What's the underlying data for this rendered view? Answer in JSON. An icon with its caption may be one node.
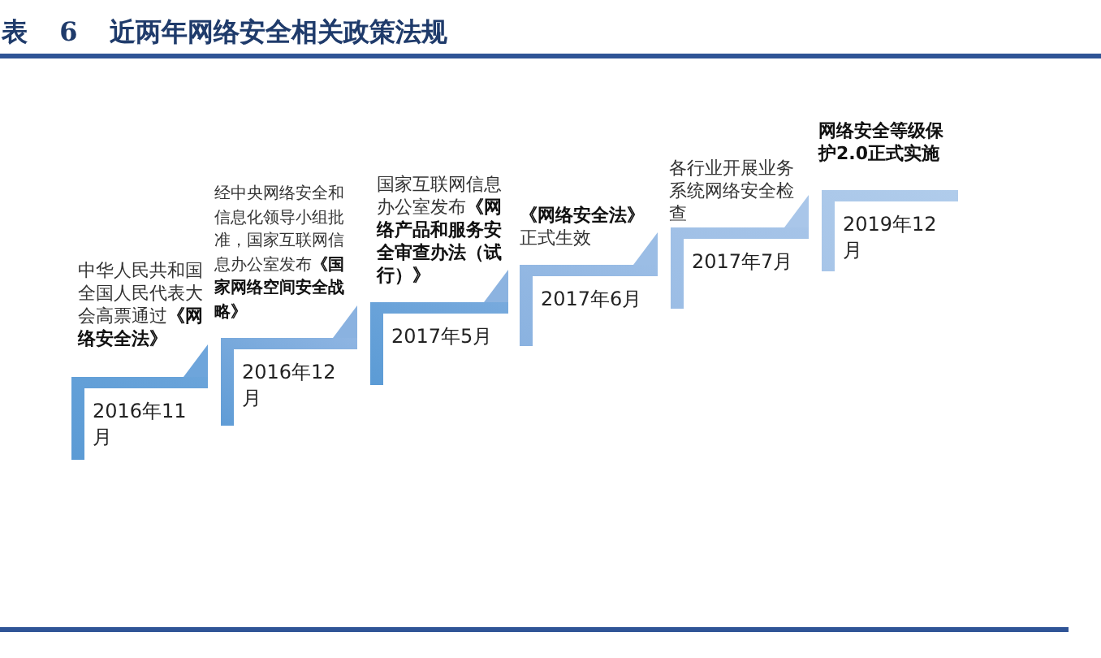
{
  "diagram": {
    "title": "表 6 近两年网络安全相关政策法规",
    "nodes": [
      {
        "text": [
          "中华人民共和国全国人民代表大会高票通过**《网络安全法》**",
          "2016年11月"
        ]
      },
      {
        "text": [
          "经中央网络安全和信息化领导小组批准，国家互联网信息办公室发布**《国家网络空间安全战略》**",
          "2016年12月"
        ]
      },
      {
        "text": [
          "国家互联网信息办公室发布**《网络产品和服务安全审查办法（试行）》**",
          "2017年5月"
        ]
      },
      {
        "text": [
          "**《网络安全法》**正式生效",
          "2017年6月"
        ]
      },
      {
        "text": [
          "各行业开展业务系统网络安全检查",
          "2017年7月"
        ]
      },
      {
        "text": [
          "网络安全等级保护2.0正式实施",
          "2019年12月"
        ]
      }
    ]
  }
}
